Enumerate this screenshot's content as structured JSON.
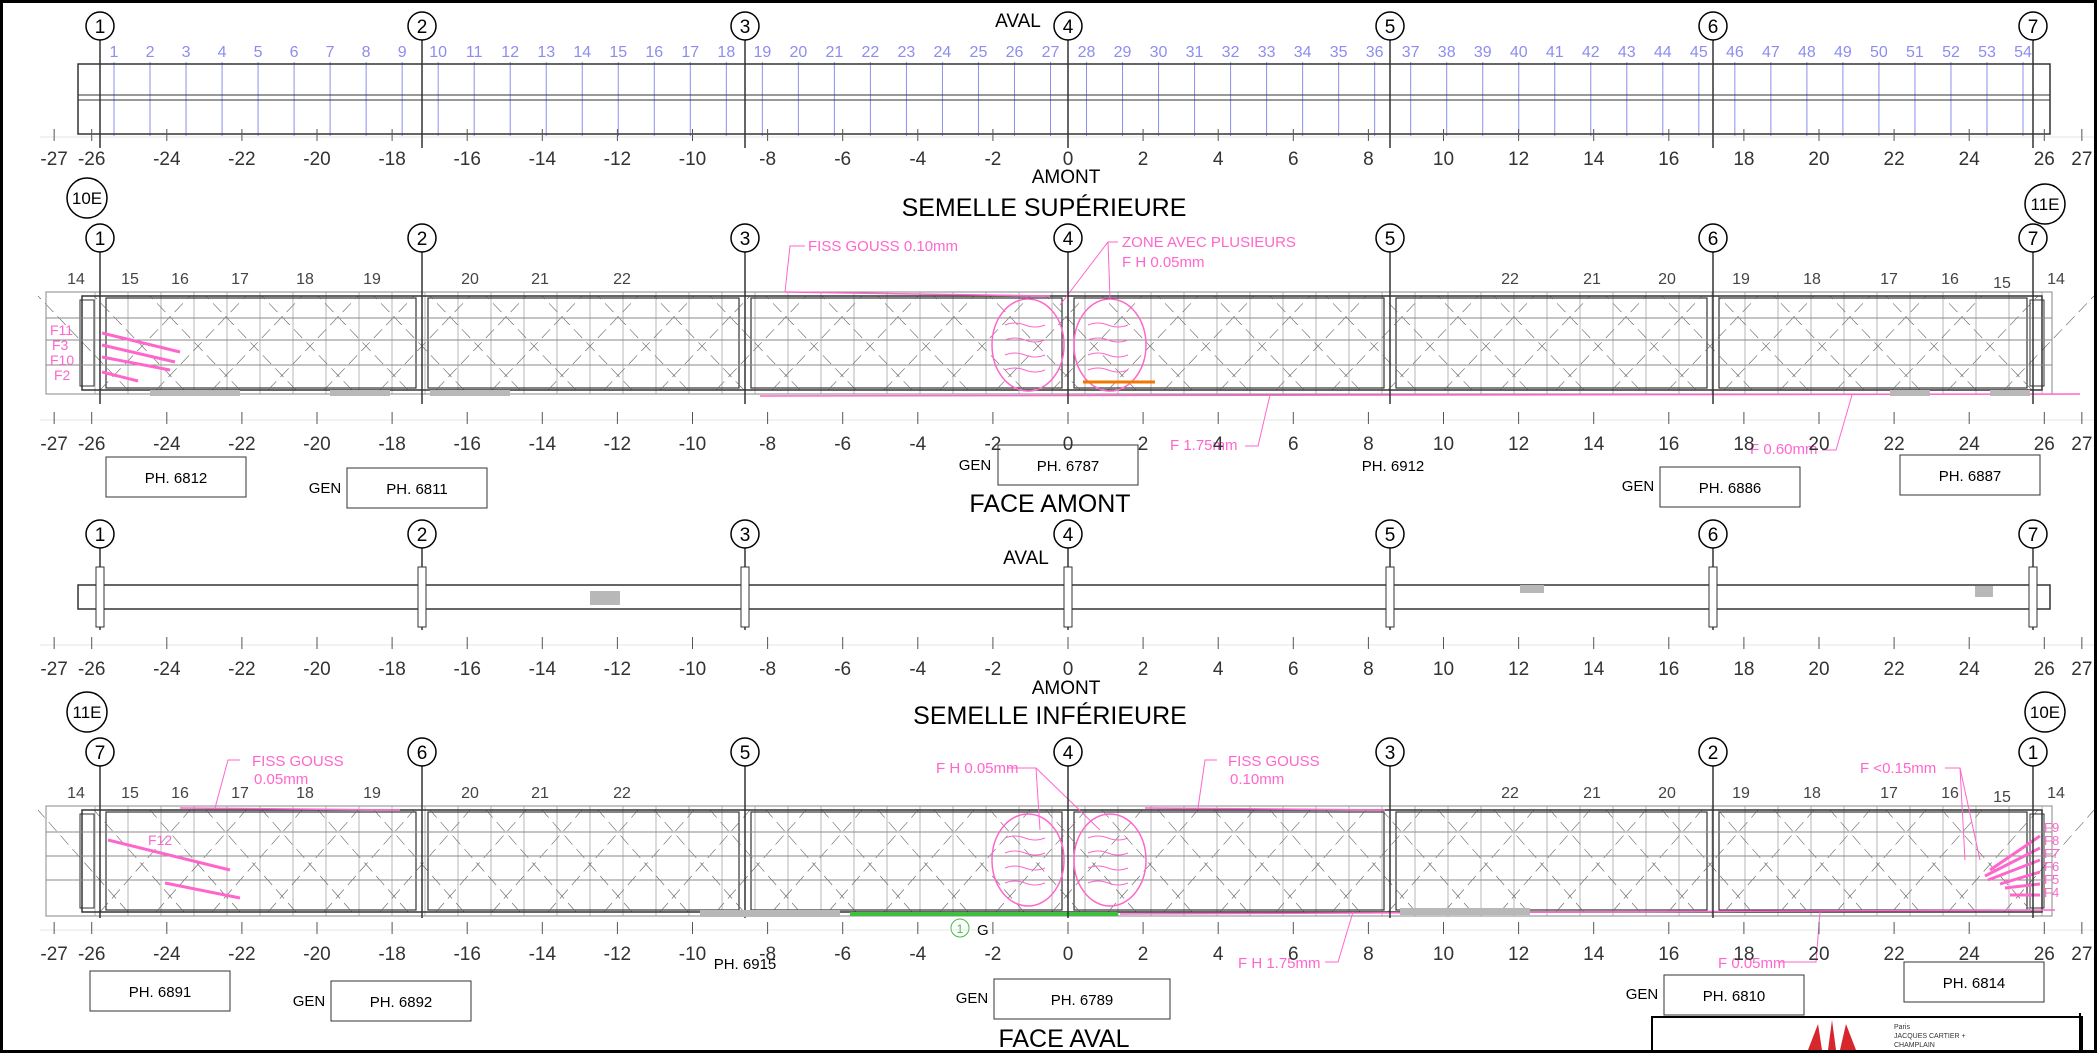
{
  "labels": {
    "aval": "AVAL",
    "amont": "AMONT",
    "semelle_superieure": "SEMELLE SUPÉRIEURE",
    "semelle_inferieure": "SEMELLE INFÉRIEURE",
    "face_amont": "FACE AMONT",
    "face_aval": "FACE AVAL",
    "gen": "GEN",
    "g_marker": "G",
    "one": "1"
  },
  "axes": {
    "top": [
      "1",
      "2",
      "3",
      "4",
      "5",
      "6",
      "7"
    ],
    "bottom": [
      "7",
      "6",
      "5",
      "4",
      "3",
      "2",
      "1"
    ],
    "end_top": [
      "10E",
      "11E"
    ],
    "end_bottom": [
      "11E",
      "10E"
    ]
  },
  "scale": {
    "labels": [
      "-27",
      "-26",
      "-24",
      "-22",
      "-20",
      "-18",
      "-16",
      "-14",
      "-12",
      "-10",
      "-8",
      "-6",
      "-4",
      "-2",
      "0",
      "2",
      "4",
      "6",
      "8",
      "10",
      "12",
      "14",
      "16",
      "18",
      "20",
      "22",
      "24",
      "26",
      "27"
    ]
  },
  "diaphragms": [
    "1",
    "2",
    "3",
    "4",
    "5",
    "6",
    "7",
    "8",
    "9",
    "10",
    "11",
    "12",
    "13",
    "14",
    "15",
    "16",
    "17",
    "18",
    "19",
    "20",
    "21",
    "22",
    "23",
    "24",
    "25",
    "26",
    "27",
    "28",
    "29",
    "30",
    "31",
    "32",
    "33",
    "34",
    "35",
    "36",
    "37",
    "38",
    "39",
    "40",
    "41",
    "42",
    "43",
    "44",
    "45",
    "46",
    "47",
    "48",
    "49",
    "50",
    "51",
    "52",
    "53",
    "54"
  ],
  "stiffeners": {
    "left": [
      "14",
      "15",
      "16",
      "17",
      "18",
      "19",
      "20",
      "21",
      "22"
    ],
    "right": [
      "22",
      "21",
      "20",
      "19",
      "18",
      "17",
      "16",
      "15",
      "14"
    ]
  },
  "photos": {
    "face_amont": [
      "PH. 6812",
      "PH. 6811",
      "PH. 6787",
      "PH. 6912",
      "PH. 6886",
      "PH. 6887"
    ],
    "face_aval": [
      "PH. 6891",
      "PH. 6892",
      "PH. 6915",
      "PH. 6789",
      "PH. 6810",
      "PH. 6814"
    ]
  },
  "annotations": {
    "amont": {
      "fiss_gouss": "FISS GOUSS 0.10mm",
      "zone_line1": "ZONE AVEC PLUSIEURS",
      "zone_line2": "F H 0.05mm",
      "f175": "F 1.75mm",
      "f060": "F 0.60mm",
      "crack_ids": [
        "F11",
        "F3",
        "F10",
        "F2"
      ]
    },
    "aval": {
      "fiss_gouss_left_1": "FISS GOUSS",
      "fiss_gouss_left_2": "0.05mm",
      "fh005": "F H 0.05mm",
      "fiss_gouss_right_1": "FISS GOUSS",
      "fiss_gouss_right_2": "0.10mm",
      "f_lt_015": "F <0.15mm",
      "fh175": "F H 1.75mm",
      "f005": "F 0.05mm",
      "f12": "F12",
      "crack_ids": [
        "F9",
        "F8",
        "F7",
        "F6",
        "F5",
        "F4"
      ]
    }
  },
  "title_block": {
    "line1": "Paris",
    "line2": "JACQUES CARTIER +",
    "line3": "CHAMPLAIN"
  },
  "colors": {
    "line": "#333333",
    "grid": "#8d8df0",
    "crack": "#ff66cc",
    "orange": "#f07800",
    "green": "#3fbf3f",
    "gray_patch": "#b8b8b8",
    "logo_red": "#d7262c"
  }
}
